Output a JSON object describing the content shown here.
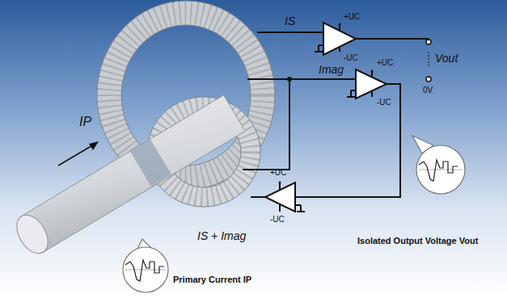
{
  "diagram": {
    "labels": [
      "IP",
      "IS",
      "+UC",
      "-UC",
      "Imag",
      "+UC",
      "-UC",
      "Vout",
      "0V",
      "+UC",
      "-UC",
      "IS + Imag",
      "Isolated Output Voltage Vout",
      "Primary Current IP"
    ]
  }
}
